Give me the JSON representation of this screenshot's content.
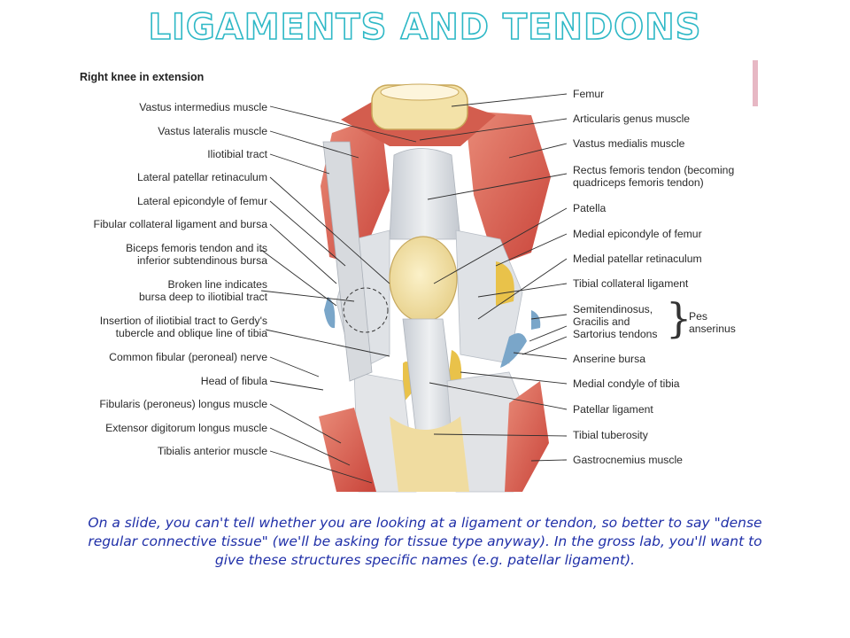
{
  "slide": {
    "title": "LIGAMENTS AND TENDONS"
  },
  "figure": {
    "heading": "Right knee in extension",
    "left_labels": [
      "Vastus intermedius muscle",
      "Vastus lateralis muscle",
      "Iliotibial tract",
      "Lateral patellar retinaculum",
      "Lateral epicondyle of femur",
      "Fibular collateral ligament and bursa",
      "Biceps femoris tendon and its",
      "inferior subtendinous bursa",
      "Broken line indicates",
      "bursa deep to iliotibial tract",
      "Insertion of iliotibial tract to Gerdy's",
      "tubercle and oblique line of tibia",
      "Common fibular (peroneal) nerve",
      "Head of fibula",
      "Fibularis (peroneus) longus muscle",
      "Extensor digitorum longus muscle",
      "Tibialis anterior muscle"
    ],
    "right_labels": [
      "Femur",
      "Articularis genus muscle",
      "Vastus medialis muscle",
      "Rectus femoris tendon (becoming",
      "quadriceps femoris tendon)",
      "Patella",
      "Medial epicondyle of femur",
      "Medial patellar retinaculum",
      "Tibial collateral ligament",
      "Semitendinosus,",
      "Gracilis and",
      "Sartorius tendons",
      "Anserine bursa",
      "Medial condyle of tibia",
      "Patellar ligament",
      "Tibial tuberosity",
      "Gastrocnemius muscle"
    ],
    "pes_anserinus": "Pes anserinus",
    "colors": {
      "muscle": "#d9584a",
      "tendon": "#d8dde2",
      "bone": "#f3e2a8",
      "bursa": "#7aa6c9",
      "fat": "#e9c24a"
    }
  },
  "caption": {
    "line1": "On a slide, you can't tell whether you are looking at a ligament or tendon, so better to say \"dense",
    "line2": "regular connective tissue\" (we'll be asking for tissue type anyway).  In the gross lab, you'll want to",
    "line3": "give these structures specific names (e.g. patellar ligament)."
  }
}
